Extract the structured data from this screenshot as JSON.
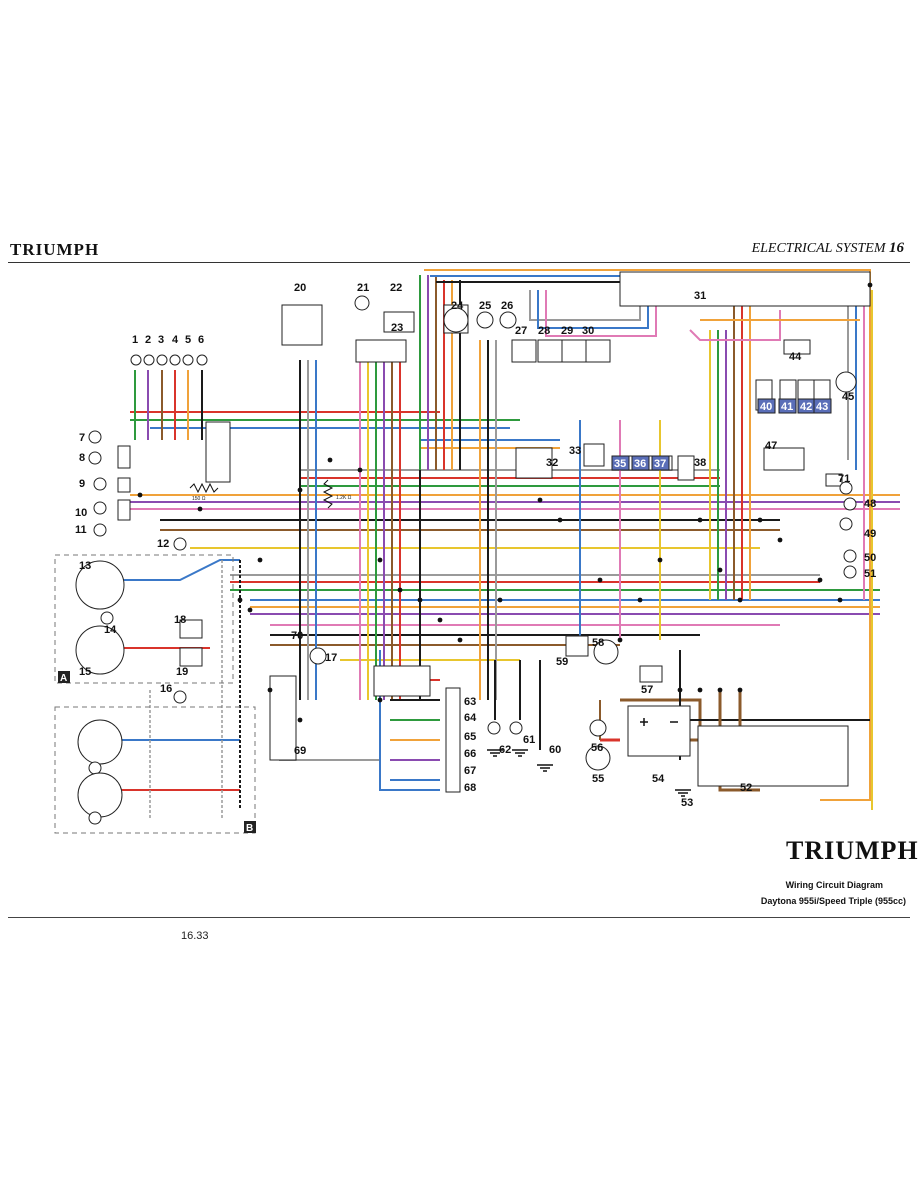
{
  "header": {
    "logo_text": "TRIUMPH",
    "section_title": "ELECTRICAL SYSTEM",
    "section_number": "16"
  },
  "footer": {
    "page_number": "16.33",
    "brand_logo": "TRIUMPH",
    "caption_line1": "Wiring Circuit Diagram",
    "caption_line2": "Daytona 955i/Speed Triple (955cc)"
  },
  "diagram": {
    "component_numbers": [
      "1",
      "2",
      "3",
      "4",
      "5",
      "6",
      "7",
      "8",
      "9",
      "10",
      "11",
      "12",
      "13",
      "14",
      "15",
      "16",
      "17",
      "18",
      "19",
      "20",
      "21",
      "22",
      "23",
      "24",
      "25",
      "26",
      "27",
      "28",
      "29",
      "30",
      "31",
      "32",
      "33",
      "35",
      "36",
      "37",
      "38",
      "40",
      "41",
      "42",
      "43",
      "44",
      "45",
      "47",
      "48",
      "49",
      "50",
      "51",
      "52",
      "53",
      "54",
      "55",
      "56",
      "57",
      "58",
      "59",
      "60",
      "61",
      "62",
      "63",
      "64",
      "65",
      "66",
      "67",
      "68",
      "69",
      "70",
      "71"
    ],
    "section_labels": [
      "A",
      "B"
    ],
    "resistor_labels": [
      "150 Ω",
      "1.2K Ω"
    ],
    "colors": {
      "wire_red": "#d9342b",
      "wire_green": "#2e9a3e",
      "wire_blue": "#3a78c8",
      "wire_orange": "#f0a23a",
      "wire_purple": "#8a4bb0",
      "wire_pink": "#e07ab5",
      "wire_black": "#1a1a1a",
      "wire_brown": "#8b5a2b",
      "wire_yellow": "#e8c62e",
      "wire_grey": "#9a9a9a",
      "badge_bg": "#5a6eb8"
    }
  }
}
